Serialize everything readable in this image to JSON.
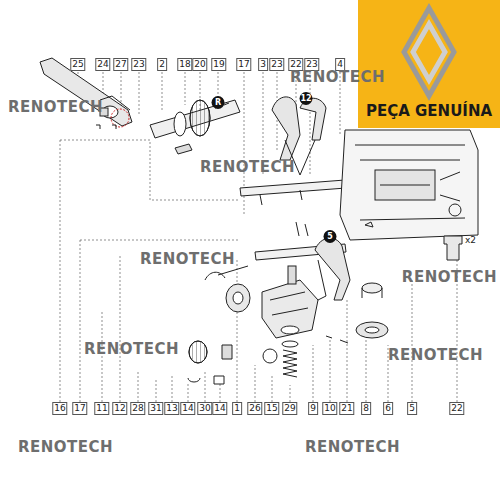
{
  "diagram": {
    "nodes": [
      {
        "text": [
          "PEÇA GENUÍNA"
        ]
      }
    ],
    "edges": [],
    "labels": [
      "25",
      "24",
      "27",
      "23",
      "2",
      "18",
      "20",
      "19",
      "17",
      "3",
      "23",
      "22",
      "23",
      "4",
      "R",
      "12",
      "5",
      "x2",
      "16",
      "17",
      "11",
      "12",
      "28",
      "31",
      "13",
      "14",
      "30",
      "14",
      "1",
      "26",
      "15",
      "29",
      "9",
      "10",
      "21",
      "8",
      "6",
      "5",
      "22",
      "RENOTECH",
      "RENOTECH",
      "RENOTECH",
      "RENOTECH",
      "RENOTECH",
      "RENOTECH",
      "RENOTECH",
      "RENOTECH",
      "RENOTECH"
    ]
  }
}
